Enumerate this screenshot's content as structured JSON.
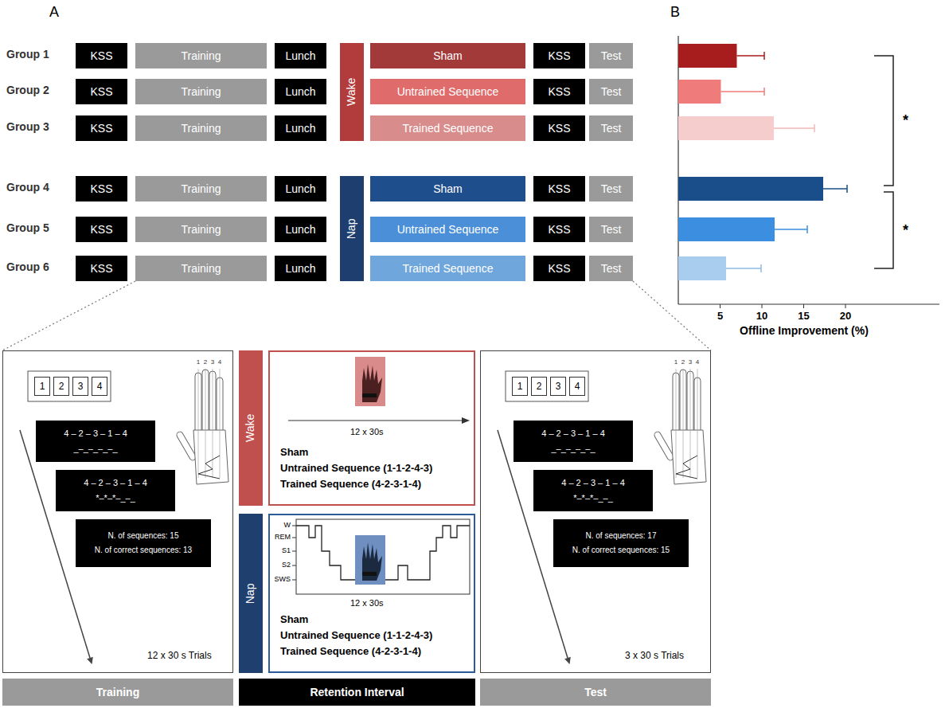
{
  "diagram": {
    "nodes": [
      {
        "text": [
          "KSS"
        ]
      },
      {
        "text": [
          "Training"
        ]
      },
      {
        "text": [
          "Lunch"
        ]
      },
      {
        "text": [
          "Wake"
        ]
      },
      {
        "text": [
          "Sham"
        ]
      },
      {
        "text": [
          "KSS"
        ]
      },
      {
        "text": [
          "Test"
        ]
      },
      {
        "text": [
          "KSS"
        ]
      },
      {
        "text": [
          "Training"
        ]
      },
      {
        "text": [
          "Lunch"
        ]
      },
      {
        "text": [
          "Untrained Sequence"
        ]
      },
      {
        "text": [
          "KSS"
        ]
      },
      {
        "text": [
          "Test"
        ]
      },
      {
        "text": [
          "KSS"
        ]
      },
      {
        "text": [
          "Training"
        ]
      },
      {
        "text": [
          "Lunch"
        ]
      },
      {
        "text": [
          "Trained Sequence"
        ]
      },
      {
        "text": [
          "KSS"
        ]
      },
      {
        "text": [
          "Test"
        ]
      },
      {
        "text": [
          "KSS"
        ]
      },
      {
        "text": [
          "Training"
        ]
      },
      {
        "text": [
          "Lunch"
        ]
      },
      {
        "text": [
          "Nap"
        ]
      },
      {
        "text": [
          "Sham"
        ]
      },
      {
        "text": [
          "KSS"
        ]
      },
      {
        "text": [
          "Test"
        ]
      },
      {
        "text": [
          "KSS"
        ]
      },
      {
        "text": [
          "Training"
        ]
      },
      {
        "text": [
          "Lunch"
        ]
      },
      {
        "text": [
          "Untrained Sequence"
        ]
      },
      {
        "text": [
          "KSS"
        ]
      },
      {
        "text": [
          "Test"
        ]
      },
      {
        "text": [
          "KSS"
        ]
      },
      {
        "text": [
          "Training"
        ]
      },
      {
        "text": [
          "Lunch"
        ]
      },
      {
        "text": [
          "Trained Sequence"
        ]
      },
      {
        "text": [
          "KSS"
        ]
      },
      {
        "text": [
          "Test"
        ]
      },
      {
        "text": [
          "12 x 30 s Trials"
        ]
      },
      {
        "text": [
          "1"
        ],
        "in": 38
      },
      {
        "text": [
          "2"
        ],
        "in": 38
      },
      {
        "text": [
          "3"
        ],
        "in": 38
      },
      {
        "text": [
          "4"
        ],
        "in": 38
      },
      {
        "text": [
          "4 – 2 – 3 – 1 – 4",
          "_–_–_–_–_"
        ],
        "in": 38
      },
      {
        "text": [
          "4 – 2 – 3 – 1 – 4",
          "*–*–*–_–_"
        ],
        "in": 38
      },
      {
        "text": [
          "N. of sequences: 15",
          "N. of correct sequences: 13"
        ],
        "in": 38
      },
      {
        "text": [
          "Wake"
        ]
      },
      {
        "text": [
          "12 x 30s",
          "Sham",
          "Untrained Sequence (1-1-2-4-3)",
          "Trained Sequence (4-2-3-1-4)"
        ]
      },
      {
        "text": [
          "Nap"
        ]
      },
      {
        "text": [
          "12 x 30s",
          "Sham",
          "Untrained Sequence (1-1-2-4-3)",
          "Trained Sequence (4-2-3-1-4)"
        ]
      },
      {
        "text": [
          "3 x 30 s Trials"
        ]
      },
      {
        "text": [
          "1"
        ],
        "in": 50
      },
      {
        "text": [
          "2"
        ],
        "in": 50
      },
      {
        "text": [
          "3"
        ],
        "in": 50
      },
      {
        "text": [
          "4"
        ],
        "in": 50
      },
      {
        "text": [
          "4 – 2 – 3 – 1 – 4",
          "_–_–_–_–_"
        ],
        "in": 50
      },
      {
        "text": [
          "4 – 2 – 3 – 1 – 4",
          "*–*–*–_–_"
        ],
        "in": 50
      },
      {
        "text": [
          "N. of sequences: 17",
          "N. of correct sequences: 15"
        ],
        "in": 50
      },
      {
        "text": [
          "Training"
        ]
      },
      {
        "text": [
          "Retention Interval"
        ]
      },
      {
        "text": [
          "Test"
        ]
      }
    ],
    "edges": [
      {
        "from": 33,
        "to": 38,
        "arrow": "none"
      },
      {
        "from": 37,
        "to": 50,
        "arrow": "none"
      }
    ],
    "labels": [
      "A",
      "B",
      "Group 1",
      "Group 2",
      "Group 3",
      "Group 4",
      "Group 5",
      "Group 6",
      "*",
      "*",
      "5",
      "10",
      "15",
      "20",
      "Offline Improvement (%)",
      "1",
      "2",
      "3",
      "4",
      "W",
      "REM",
      "S1",
      "S2",
      "SWS",
      "1",
      "2",
      "3",
      "4"
    ]
  }
}
